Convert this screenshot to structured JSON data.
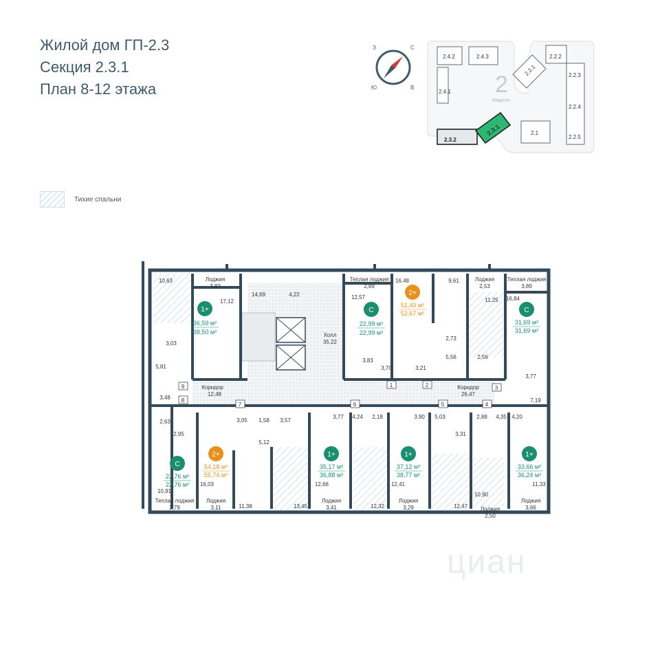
{
  "header": {
    "line1": "Жилой дом ГП-2.3",
    "line2": "Секция 2.3.1",
    "line3": "План 8-12 этажа"
  },
  "legend": {
    "label": "Тихие спальни"
  },
  "compass": {
    "n": "С",
    "w": "З",
    "s": "Ю",
    "e": "В"
  },
  "minimap": {
    "quarter_number": "2",
    "quarter_label": "Квартал",
    "buildings": [
      "2.4.2",
      "2.4.3",
      "2.4.1",
      "2.2.1",
      "2.2.2",
      "2.2.3",
      "2.2.4",
      "2.2.5",
      "2.1",
      "2.3.2",
      "2.3.1"
    ],
    "highlight": "2.3.1"
  },
  "apartments": [
    {
      "type": "1+",
      "area_living": "36,59 м²",
      "area_total": "38,50 м²",
      "color": "#1a8f6f"
    },
    {
      "type": "С",
      "area_living": "22,99 м²",
      "area_total": "22,99 м²",
      "color": "#1a8f6f"
    },
    {
      "type": "2+",
      "area_living": "51,40 м²",
      "area_total": "52,67 м²",
      "color": "#e8901a"
    },
    {
      "type": "С",
      "area_living": "31,69 м²",
      "area_total": "31,69 м²",
      "color": "#1a8f6f"
    },
    {
      "type": "С",
      "area_living": "22,76 м²",
      "area_total": "22,76 м²",
      "color": "#1a8f6f"
    },
    {
      "type": "2+",
      "area_living": "54,18 м²",
      "area_total": "55,74 м²",
      "color": "#e8901a"
    },
    {
      "type": "1+",
      "area_living": "35,17 м²",
      "area_total": "36,88 м²",
      "color": "#1a8f6f"
    },
    {
      "type": "1+",
      "area_living": "37,12 м²",
      "area_total": "38,77 м²",
      "color": "#1a8f6f"
    },
    {
      "type": "1+",
      "area_living": "33,66 м²",
      "area_total": "36,24 м²",
      "color": "#1a8f6f"
    }
  ],
  "rooms": {
    "r1": "10,63",
    "r2": "Лоджия",
    "r3": "3,82",
    "r4": "17,12",
    "r5": "14,69",
    "r6": "4,22",
    "r7": "Холл",
    "r8": "35,22",
    "r9": "Теплая лоджия",
    "r10": "2,89",
    "r11": "12,57",
    "r12": "16,48",
    "r13": "9,61",
    "r14": "Лоджия",
    "r15": "2,53",
    "r16": "11,25",
    "r17": "Теплая лоджия",
    "r18": "3,89",
    "r19": "16,84",
    "r20": "3,03",
    "r21": "5,81",
    "r22": "3,83",
    "r23": "3,70",
    "r24": "3,21",
    "r25": "2,73",
    "r26": "5,56",
    "r27": "2,56",
    "r28": "3,77",
    "r29": "Коридор",
    "r30": "12,48",
    "r31": "Коридор",
    "r32": "26,47",
    "r33": "3,48",
    "r34": "7,19",
    "r35": "2,63",
    "r36": "2,95",
    "r37": "3,05",
    "r38": "1,58",
    "r39": "3,57",
    "r40": "3,77",
    "r41": "4,24",
    "r42": "2,18",
    "r43": "3,90",
    "r44": "5,03",
    "r45": "2,88",
    "r46": "4,35",
    "r47": "4,20",
    "r48": "5,12",
    "r49": "3,31",
    "r50": "10,91",
    "r51": "16,03",
    "r52": "12,66",
    "r53": "12,41",
    "r54": "10,90",
    "r55": "11,33",
    "r56": "Теплая лоджия",
    "r57": "2,79",
    "r58": "Лоджия",
    "r59": "3,11",
    "r60": "11,38",
    "r61": "13,45",
    "r62": "Лоджия",
    "r63": "3,41",
    "r64": "12,32",
    "r65": "Лоджия",
    "r66": "3,29",
    "r67": "12,47",
    "r68": "Лоджия",
    "r69": "2,50",
    "r70": "Лоджия",
    "r71": "3,66"
  },
  "door_numbers": [
    "9",
    "8",
    "7",
    "6",
    "1",
    "2",
    "5",
    "4",
    "3"
  ],
  "watermark": "циан"
}
